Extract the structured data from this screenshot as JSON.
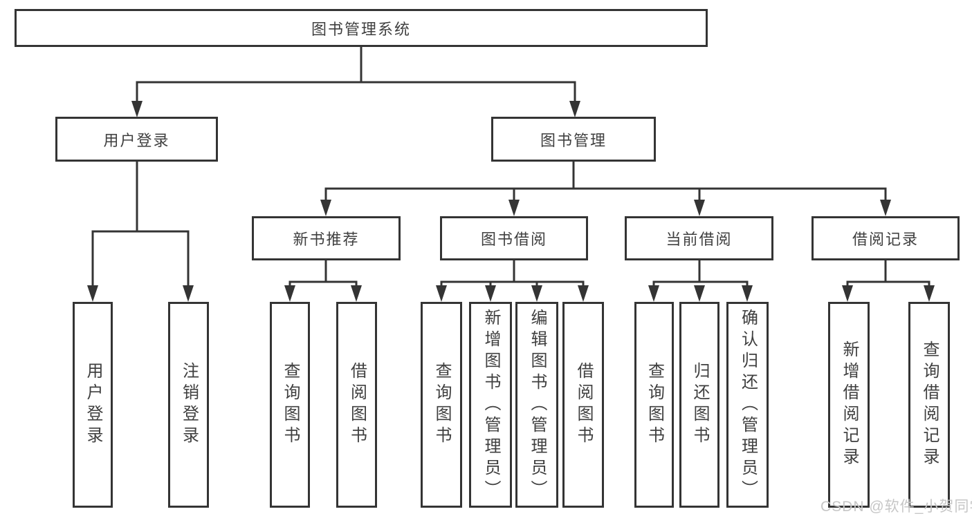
{
  "tree": {
    "label": "图书管理系统",
    "children": [
      {
        "label": "用户登录",
        "children": [
          {
            "label": "用户登录"
          },
          {
            "label": "注销登录"
          }
        ]
      },
      {
        "label": "图书管理",
        "children": [
          {
            "label": "新书推荐",
            "children": [
              {
                "label": "查询图书"
              },
              {
                "label": "借阅图书"
              }
            ]
          },
          {
            "label": "图书借阅",
            "children": [
              {
                "label": "查询图书"
              },
              {
                "label": "新增图书（管理员）"
              },
              {
                "label": "编辑图书（管理员）"
              },
              {
                "label": "借阅图书"
              }
            ]
          },
          {
            "label": "当前借阅",
            "children": [
              {
                "label": "查询图书"
              },
              {
                "label": "归还图书"
              },
              {
                "label": "确认归还（管理员）"
              }
            ]
          },
          {
            "label": "借阅记录",
            "children": [
              {
                "label": "新增借阅记录"
              },
              {
                "label": "查询借阅记录"
              }
            ]
          }
        ]
      }
    ]
  },
  "watermark": "CSDN @软件_小贺同学",
  "colors": {
    "line": "#343434",
    "text": "#3f3f3f",
    "watermark": "#c6c6c6",
    "bg": "#ffffff"
  }
}
